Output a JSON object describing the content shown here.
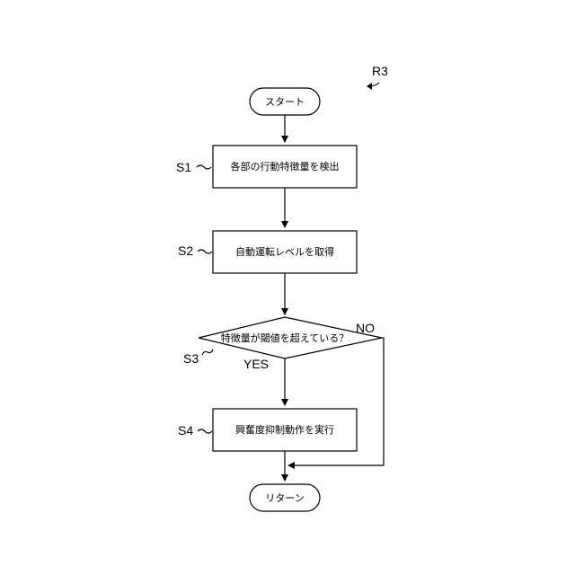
{
  "figure_ref": "R3",
  "start_label": "スタート",
  "end_label": "リターン",
  "steps": {
    "s1": {
      "id": "S1",
      "text": "各部の行動特徴量を検出"
    },
    "s2": {
      "id": "S2",
      "text": "自動運転レベルを取得"
    },
    "s3": {
      "id": "S3",
      "text": "特徴量が閾値を超えている？",
      "yes": "YES",
      "no": "NO"
    },
    "s4": {
      "id": "S4",
      "text": "興奮度抑制動作を実行"
    }
  }
}
